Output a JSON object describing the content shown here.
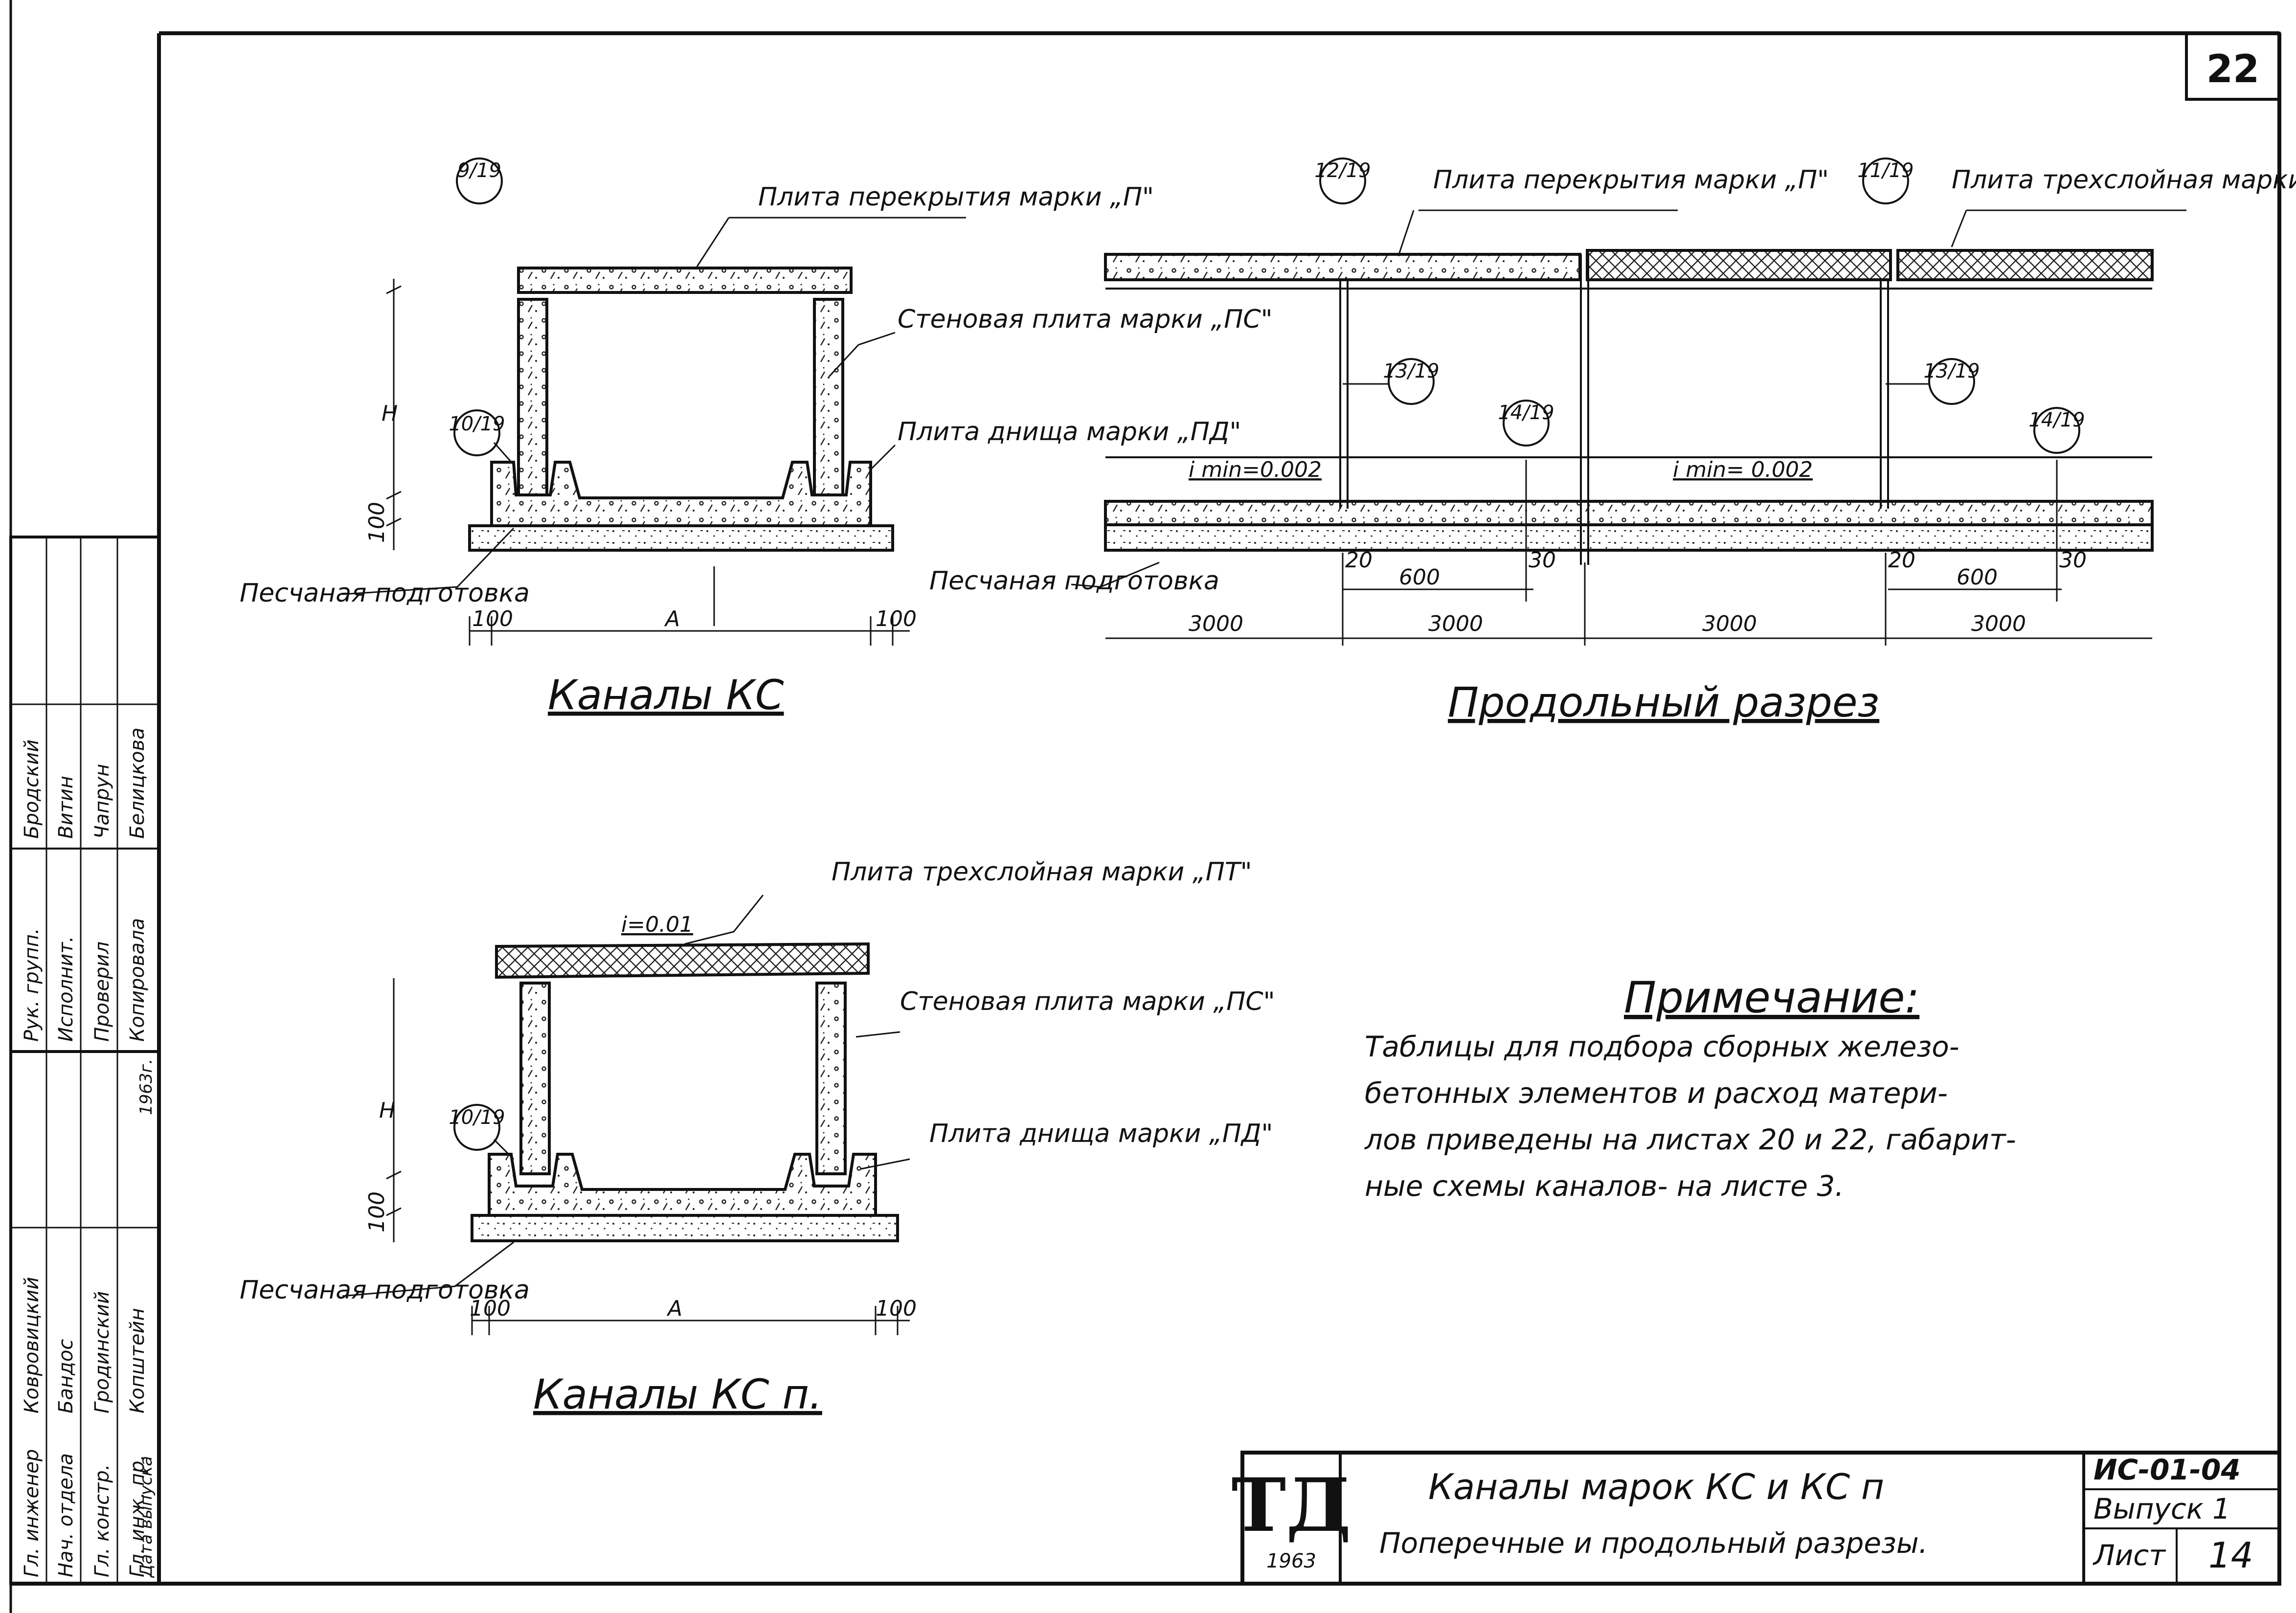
{
  "sheet_number": "22",
  "kc": {
    "title": "Каналы КС",
    "label_slab": "Плита перекрытия марки „П\"",
    "label_wall": "Стеновая плита марки „ПС\"",
    "label_bottom": "Плита днища марки „ПД\"",
    "label_sand": "Песчаная подготовка",
    "ref_top": "9/19",
    "ref_joint": "10/19",
    "dim_h": "Н",
    "dim_100_vert": "100",
    "dim_left": "100",
    "dim_a": "А",
    "dim_right": "100"
  },
  "long": {
    "title": "Продольный разрез",
    "label_slab": "Плита перекрытия марки „П\"",
    "label_three": "Плита трехслойная марки „ПТ\"",
    "label_sand": "Песчаная подготовка",
    "slope1": "i min=0.002",
    "slope2": "i min= 0.002",
    "refs": [
      "12/19",
      "13/19",
      "14/19",
      "11/19",
      "13/19",
      "14/19"
    ],
    "dims_bottom": [
      "3000",
      "3000",
      "3000",
      "3000"
    ],
    "dims_mid": [
      "20",
      "600",
      "30",
      "20",
      "600",
      "30"
    ]
  },
  "kcp": {
    "title": "Каналы КС п.",
    "slope": "i=0.01",
    "label_three": "Плита трехслойная марки „ПТ\"",
    "label_wall": "Стеновая плита марки „ПС\"",
    "label_bottom": "Плита днища марки „ПД\"",
    "label_sand": "Песчаная подготовка",
    "ref_joint": "10/19",
    "dim_h": "Н",
    "dim_100_vert": "100",
    "dim_left": "100",
    "dim_a": "А",
    "dim_right": "100"
  },
  "note": {
    "heading": "Примечание:",
    "lines": [
      "Таблицы для подбора сборных железо-",
      "бетонных элементов и расход матери-",
      "лов приведены на листах 20 и 22, габарит-",
      "ные схемы каналов- на листе 3."
    ]
  },
  "title_block": {
    "logo": "ТД",
    "year": "1963",
    "title": "Каналы марок КС и КС п",
    "subtitle": "Поперечные и продольный разрезы.",
    "code": "ИС-01-04",
    "issue": "Выпуск 1",
    "sheet_label": "Лист",
    "sheet": "14"
  },
  "stamp": {
    "roles_a": [
      "Гл. инженер",
      "Нач. отдела",
      "Гл. констр.",
      "Гл. инж. пр."
    ],
    "names_a": [
      "Ковровицкий",
      "Бандос",
      "Гродинский",
      "Копштейн"
    ],
    "date_label": "Дата выпуска",
    "date_value": "1963г.",
    "roles_b": [
      "Рук. групп.",
      "Исполнит.",
      "Проверил"
    ],
    "names_b": [
      "Бродский",
      "Витин",
      "Чапрун"
    ],
    "copied_label": "Копировала",
    "copied_name": "Белицкова"
  }
}
